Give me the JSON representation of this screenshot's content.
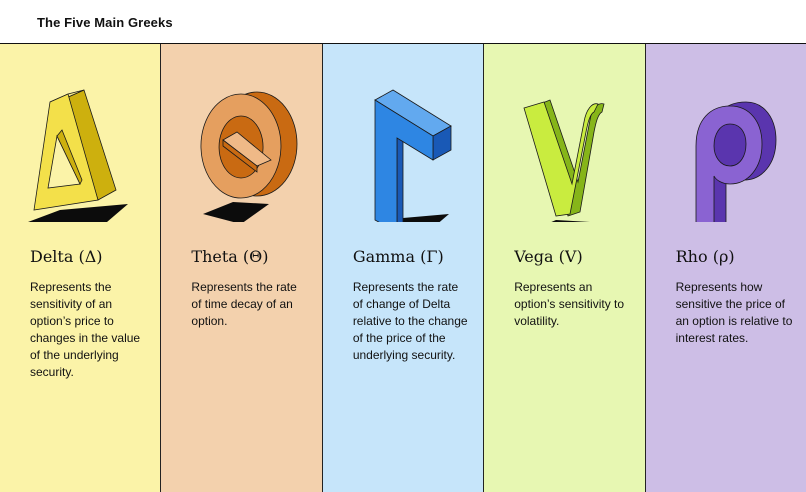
{
  "header": {
    "title": "The Five Main Greeks"
  },
  "greeks": [
    {
      "name": "Delta (Δ)",
      "description": "Represents the sensitivity of an option’s price to changes in the value of the underlying security.",
      "background": "#fbf3a8",
      "icon": "delta-glyph-icon",
      "colors": {
        "face": "#f3e04a",
        "side": "#cdb00e",
        "top": "#f8ec86"
      }
    },
    {
      "name": "Theta (Θ)",
      "description": "Represents the rate of time decay of an option.",
      "background": "#f3d1ad",
      "icon": "theta-glyph-icon",
      "colors": {
        "face": "#e59f5f",
        "side": "#c96a12",
        "top": "#efb987"
      }
    },
    {
      "name": "Gamma (Γ)",
      "description": "Represents the rate of change of Delta relative to the change of the price of the underlying security.",
      "background": "#c6e5fa",
      "icon": "gamma-glyph-icon",
      "colors": {
        "face": "#2e86e3",
        "side": "#1959b6",
        "top": "#62a9ef"
      }
    },
    {
      "name": "Vega (V)",
      "description": "Represents an option’s sensitivity to volatility.",
      "background": "#e7f7b2",
      "icon": "vega-glyph-icon",
      "colors": {
        "face": "#c9ec3f",
        "side": "#86b519",
        "top": "#dcf57a"
      }
    },
    {
      "name": "Rho (ρ)",
      "description": "Represents how sensitive the price of an option is relative to interest rates.",
      "background": "#cdbee6",
      "icon": "rho-glyph-icon",
      "colors": {
        "face": "#8a63d2",
        "side": "#5a35ae",
        "top": "#a789e0"
      }
    }
  ]
}
